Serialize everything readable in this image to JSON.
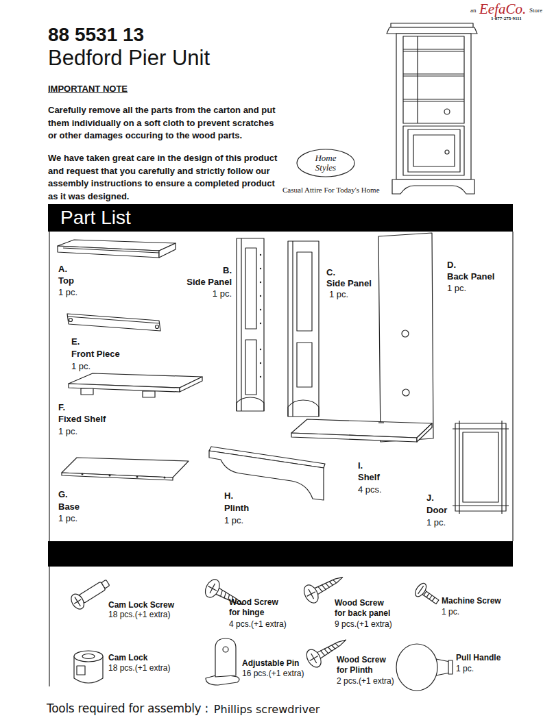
{
  "diagram": {
    "title": "88 5531 13 Bedford Pier Unit",
    "nodes": [
      {
        "text": [
          "Part List"
        ]
      }
    ],
    "labels": [
      "an",
      "EefaCo.",
      "Store",
      "1-877-275-9111",
      "IMPORTANT NOTE",
      "Carefully remove all the parts from the carton and put them individually on a soft cloth to prevent scratches or other damages occuring to the wood parts.",
      "We have taken great care in the design of this product and request that you carefully and strictly follow our assembly instructions to ensure a completed product as it was designed.",
      "Home Styles",
      "Casual Attire For Today's Home",
      "A.",
      "Top",
      "1 pc.",
      "B.",
      "Side Panel",
      "1 pc.",
      "C.",
      "Side Panel",
      "1 pc.",
      "D.",
      "Back Panel",
      "1 pc.",
      "E.",
      "Front Piece",
      "1 pc.",
      "F.",
      "Fixed Shelf",
      "1 pc.",
      "G.",
      "Base",
      "1 pc.",
      "H.",
      "Plinth",
      "1 pc.",
      "I.",
      "Shelf",
      "4 pcs.",
      "J.",
      "Door",
      "1 pc.",
      "Cam Lock Screw",
      "18 pcs.(+1 extra)",
      "Wood Screw for hinge",
      "4 pcs.(+1 extra)",
      "Wood Screw for back panel",
      "9 pcs.(+1 extra)",
      "Machine Screw",
      "1 pc.",
      "Cam Lock",
      "18 pcs.(+1 extra)",
      "Adjustable Pin",
      "16 pcs.(+1 extra)",
      "Wood Screw for Plinth",
      "2 pcs.(+1 extra)",
      "Pull Handle",
      "1 pc.",
      "Tools required for assembly :",
      "Phillips screwdriver"
    ]
  }
}
